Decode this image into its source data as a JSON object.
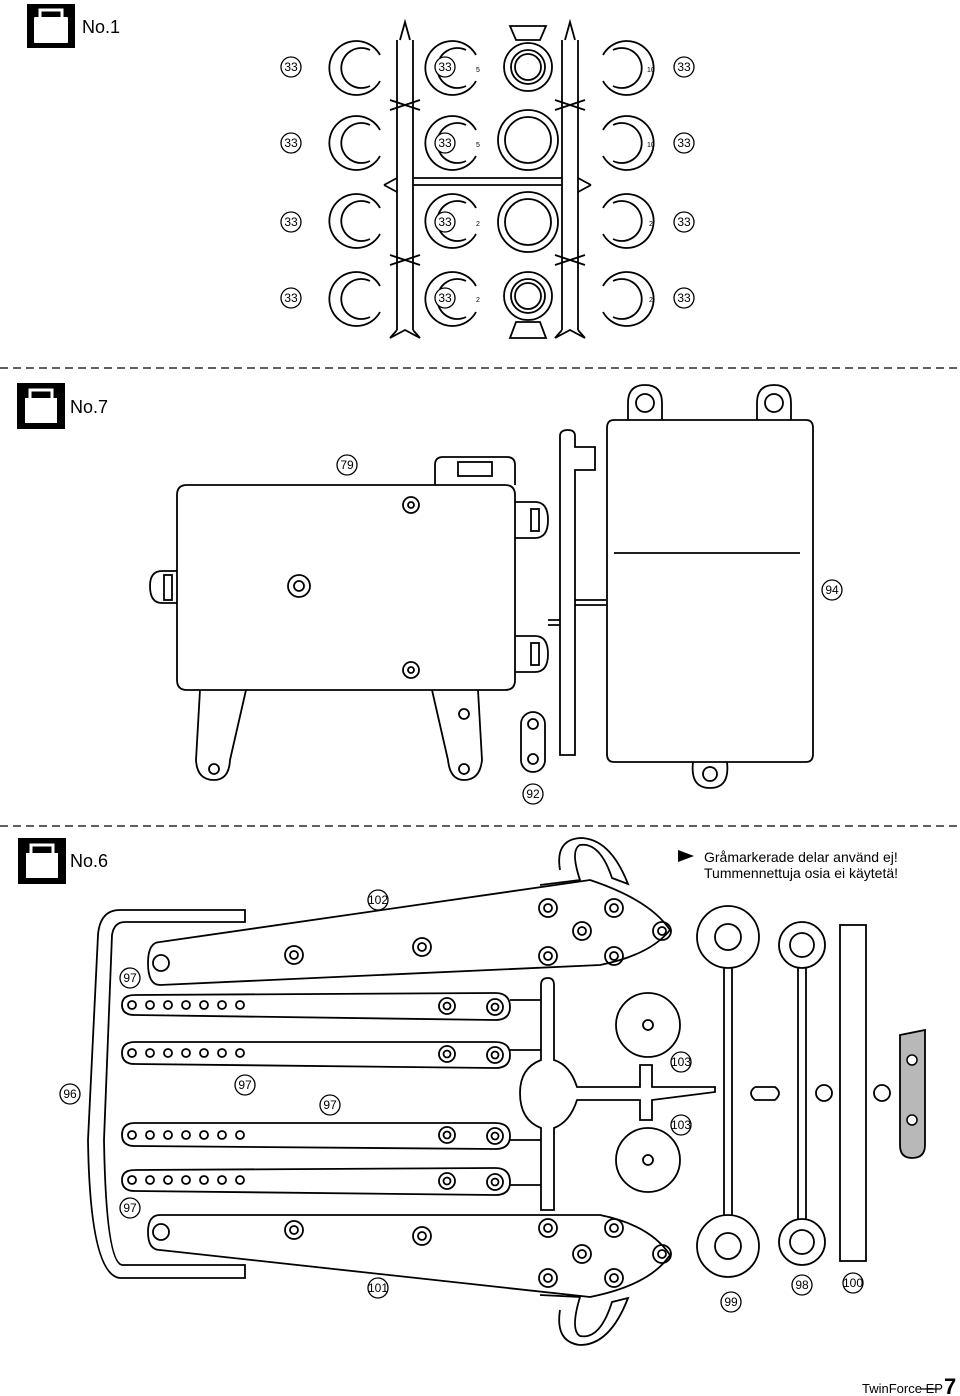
{
  "sections": [
    {
      "bag_label": "No.1",
      "part_numbers": [
        "33",
        "33",
        "33",
        "33",
        "33",
        "33",
        "33",
        "33",
        "33",
        "33",
        "33",
        "33"
      ],
      "gate_marks": [
        "5",
        "10",
        "5",
        "10",
        "2",
        "2",
        "2",
        "2"
      ]
    },
    {
      "bag_label": "No.7",
      "part_numbers": [
        "79",
        "94",
        "92"
      ]
    },
    {
      "bag_label": "No.6",
      "part_numbers": [
        "102",
        "97",
        "96",
        "97",
        "97",
        "97",
        "101",
        "103",
        "103",
        "99",
        "98",
        "100"
      ]
    }
  ],
  "note": {
    "line1": "Gråmarkerade delar använd ej!",
    "line2": "Tummennettuja osia ei käytetä!",
    "shaded_color": "#b8b8b8"
  },
  "footer": {
    "title": "TwinForce EP",
    "page": "7"
  }
}
